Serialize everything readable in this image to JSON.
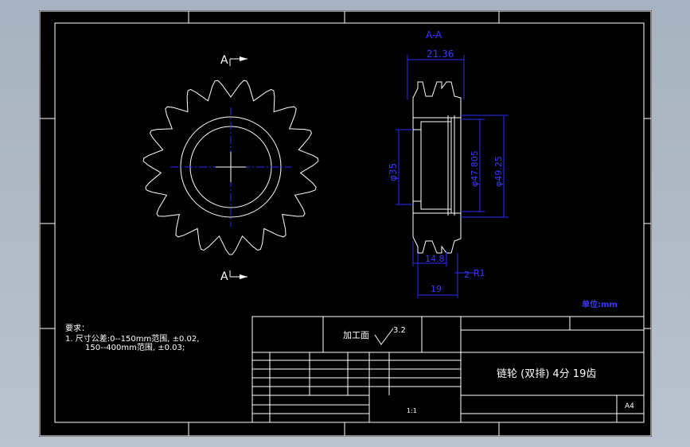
{
  "drawing": {
    "section_label": "A-A",
    "section_marker_top": "A",
    "section_marker_bottom": "A",
    "dimensions": {
      "width_total": "21.36",
      "bore": "φ35",
      "d1": "φ47.805",
      "d2": "φ49.25",
      "d_small": "14.8",
      "d_bottom": "19",
      "radius": "2",
      "r_label": "R1"
    },
    "roughness": "3.2",
    "corner_note": "单位:mm"
  },
  "notes": {
    "heading": "要求：",
    "line1": "1.    尺寸公差:0--150mm范围, ±0.02,",
    "line2": "150--400mm范围, ±0.03;"
  },
  "title_block": {
    "process": "加工面",
    "part_name": "链轮 (双排) 4分  19齿",
    "scale": "1:1",
    "size": "A4"
  },
  "colors": {
    "background": "#000000",
    "frame": "#ffffff",
    "dimension": "#2b2bff"
  }
}
